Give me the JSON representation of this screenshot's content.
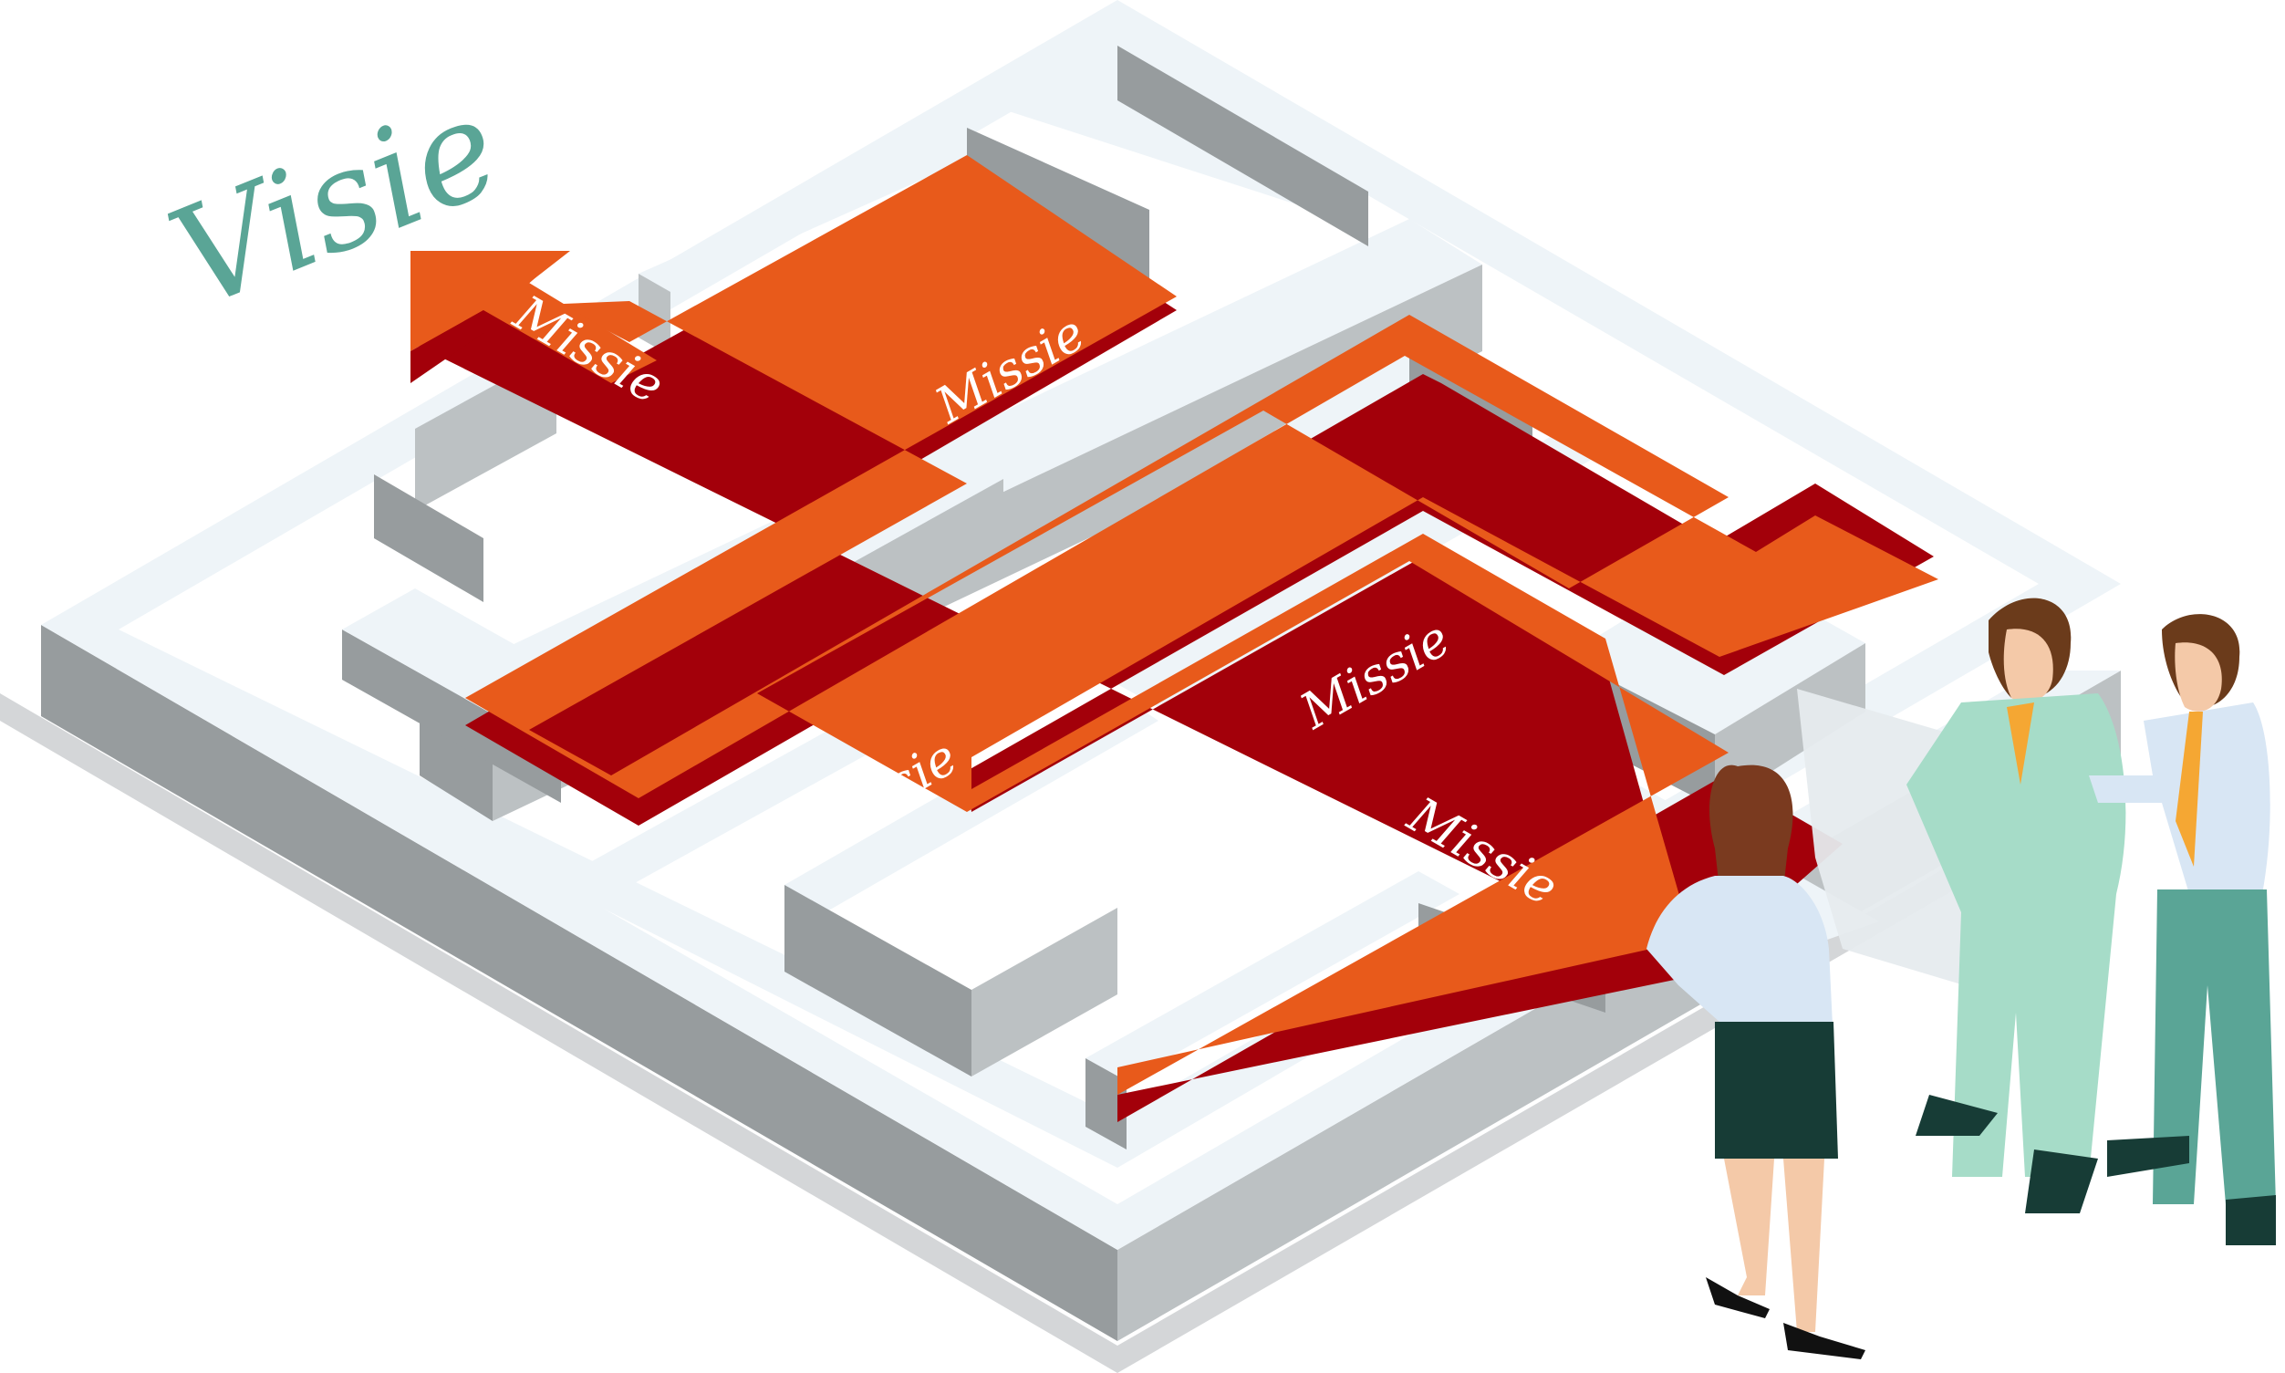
{
  "title": "Visie",
  "path_labels": [
    "Missie",
    "Missie",
    "Missie",
    "Missie",
    "Missie"
  ],
  "colors": {
    "title": "#5aa596",
    "path": "#e85a1b",
    "path_shadow": "#a3000a",
    "wall_top": "#eef4f8",
    "wall_light": "#bcc1c3",
    "wall_dark": "#979c9e",
    "floor_shadow": "#d4d6d8",
    "label": "#ffffff"
  },
  "icons": [
    "maze",
    "arrow-up-left-icon",
    "woman-figure",
    "man-holding-map",
    "man-pointing"
  ]
}
